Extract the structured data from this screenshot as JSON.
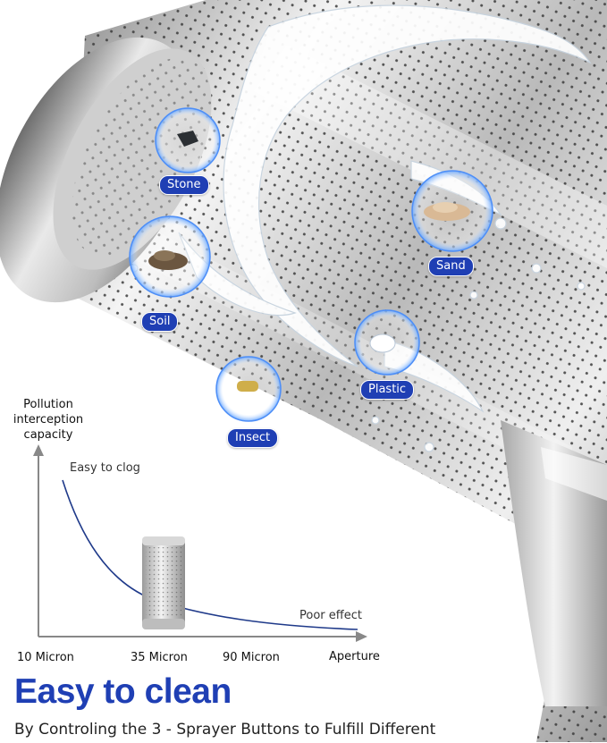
{
  "hero": {
    "labels": {
      "stone": "Stone",
      "sand": "Sand",
      "soil": "Soil",
      "plastic": "Plastic",
      "insect": "Insect"
    }
  },
  "chart_data": {
    "type": "line",
    "ylabel_lines": [
      "Pollution",
      "interception",
      "capacity"
    ],
    "xlabel": "Aperture",
    "categories": [
      "10 Micron",
      "35 Micron",
      "90 Micron"
    ],
    "annotations": {
      "high": "Easy to clog",
      "low": "Poor effect"
    },
    "grid": false,
    "line_color": "#1f3a8a"
  },
  "footer": {
    "headline": "Easy to clean",
    "subline": "By Controling the 3 - Sprayer Buttons to  Fulfill Different"
  },
  "colors": {
    "accent": "#1f3fb4",
    "label_bg": "#1f3fb4"
  }
}
